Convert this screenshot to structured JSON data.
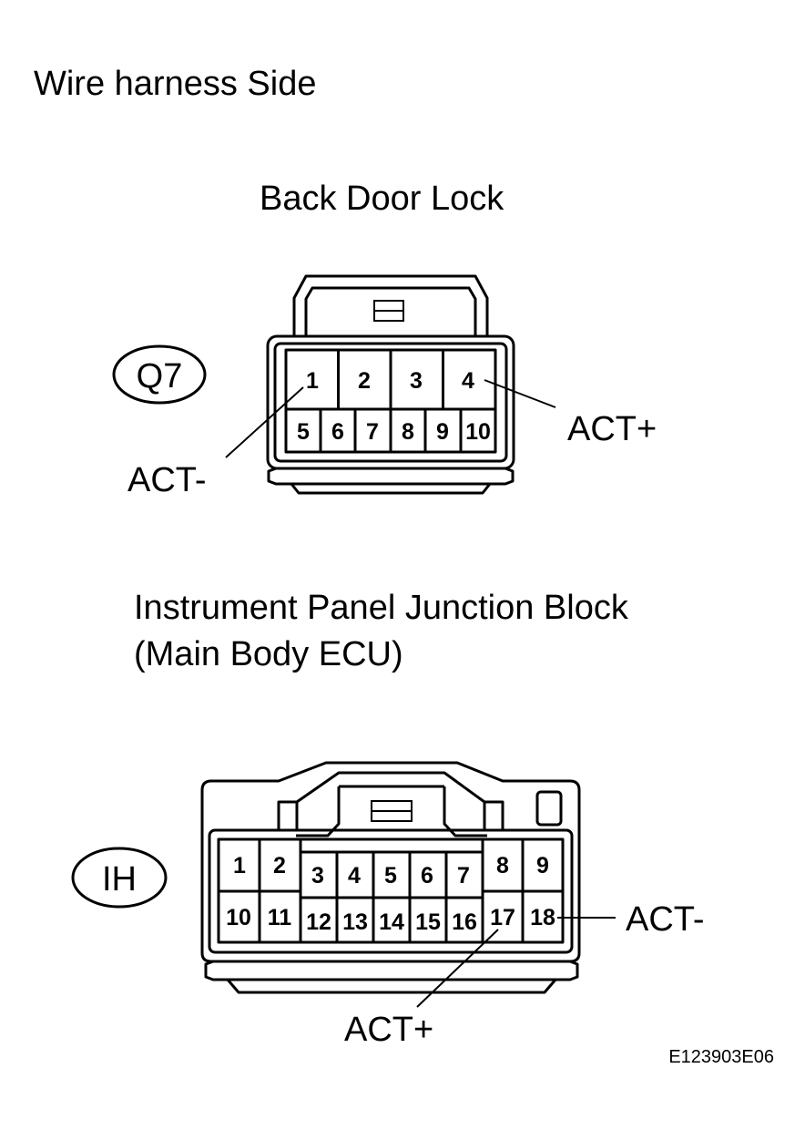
{
  "view_label": "Wire harness Side",
  "figure_id": "E123903E06",
  "connectors": [
    {
      "title": "Back Door Lock",
      "subtitle": "",
      "code": "Q7",
      "pins_top": [
        "1",
        "2",
        "3",
        "4"
      ],
      "pins_bottom": [
        "5",
        "6",
        "7",
        "8",
        "9",
        "10"
      ],
      "callouts": [
        {
          "pin": "1",
          "label": "ACT-"
        },
        {
          "pin": "4",
          "label": "ACT+"
        }
      ]
    },
    {
      "title": "Instrument Panel Junction Block",
      "subtitle": "(Main Body ECU)",
      "code": "IH",
      "pins_top": [
        "1",
        "2",
        "3",
        "4",
        "5",
        "6",
        "7",
        "8",
        "9"
      ],
      "pins_bottom": [
        "10",
        "11",
        "12",
        "13",
        "14",
        "15",
        "16",
        "17",
        "18"
      ],
      "callouts": [
        {
          "pin": "18",
          "label": "ACT-"
        },
        {
          "pin": "17",
          "label": "ACT+"
        }
      ]
    }
  ]
}
